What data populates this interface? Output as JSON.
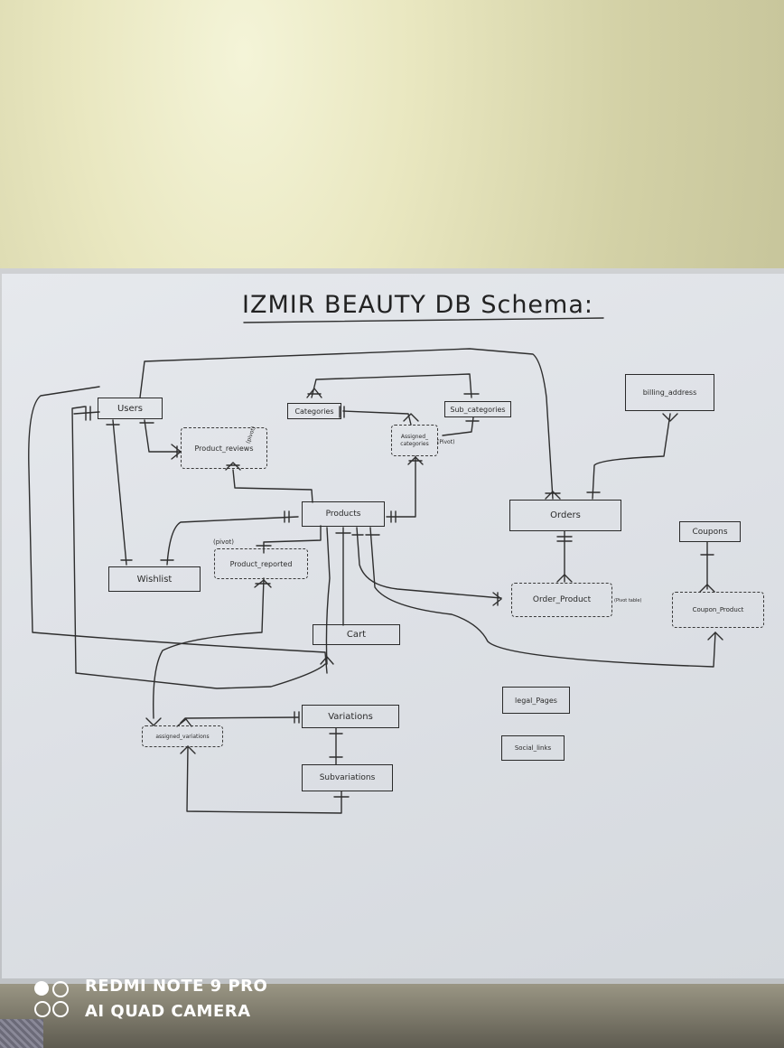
{
  "title": "IZMIR BEAUTY DB Schema:",
  "entities": {
    "users": "Users",
    "categories": "Categories",
    "sub_categories": "Sub_categories",
    "billing_address": "billing_address",
    "products": "Products",
    "orders": "Orders",
    "coupons": "Coupons",
    "wishlist": "Wishlist",
    "cart": "Cart",
    "variations": "Variations",
    "subvariations": "Subvariations",
    "legal_pages": "legal_Pages",
    "social_links": "Social_links"
  },
  "pivot_tables": {
    "product_reviews": "Product_reviews",
    "product_reviews_note": "(pivot)",
    "assigned_categories": "Assigned_ categories",
    "assigned_categories_note": "(Pivot)",
    "product_reported": "Product_reported",
    "product_reported_note": "(pivot)",
    "order_product": "Order_Product",
    "order_product_note": "(Pivot table)",
    "coupon_product": "Coupon_Product",
    "assigned_variations": "assigned_variations"
  },
  "watermark": {
    "line1": "REDMI NOTE 9 PRO",
    "line2": "AI QUAD CAMERA"
  },
  "colors": {
    "board": "#e2e5e9",
    "ink": "#2a2a2a",
    "wall": "#e9e7c0",
    "watermark": "#ffffff"
  }
}
